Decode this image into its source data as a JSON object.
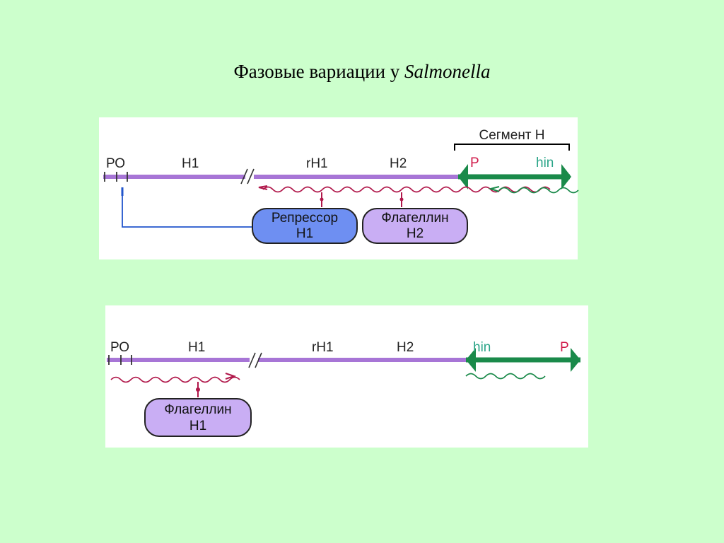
{
  "title": {
    "main": "Фазовые вариации у ",
    "organism": "Salmonella"
  },
  "colors": {
    "background": "#ccffcc",
    "panel": "#ffffff",
    "dna": "#a775d6",
    "segment": "#1a8a4a",
    "hin_text": "#2aa588",
    "p_text": "#d01a4a",
    "mrna_pink": "#b0174a",
    "repressor_fill": "#6e8ff2",
    "flagellin_fill": "#c9aef4",
    "regulation_line": "#2255cc"
  },
  "panel1": {
    "segment_label": "Сегмент Н",
    "labels": {
      "po": "РО",
      "h1": "Н1",
      "rh1": "rН1",
      "h2": "Н2",
      "p": "P",
      "hin": "hin"
    },
    "repressor": {
      "line1": "Репрессор",
      "line2": "Н1"
    },
    "flagellin": {
      "line1": "Флагеллин",
      "line2": "Н2"
    }
  },
  "panel2": {
    "labels": {
      "po": "РО",
      "h1": "Н1",
      "rh1": "rН1",
      "h2": "Н2",
      "hin": "hin",
      "p": "P"
    },
    "flagellin": {
      "line1": "Флагеллин",
      "line2": "Н1"
    }
  }
}
